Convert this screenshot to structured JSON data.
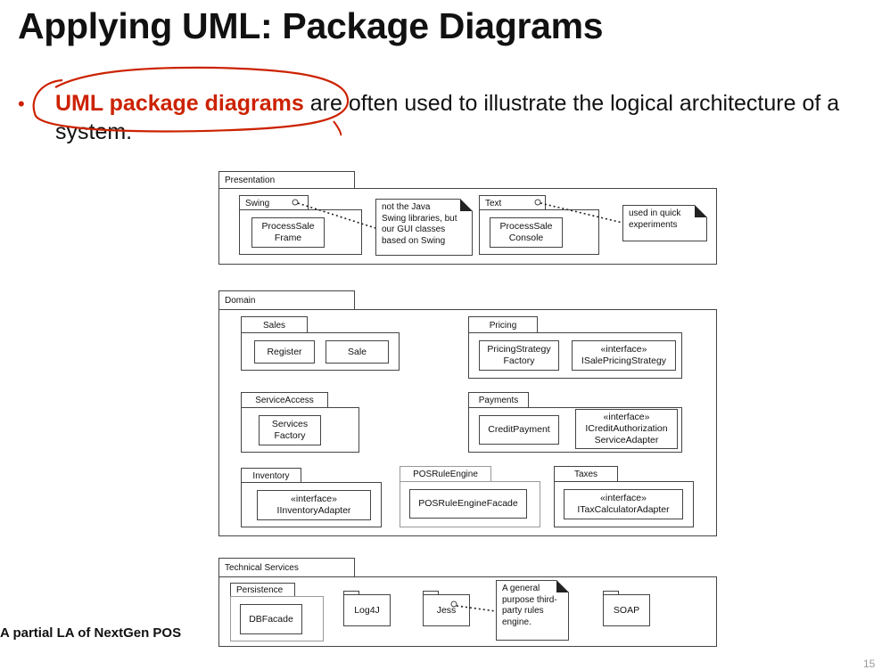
{
  "title": "Applying UML: Package Diagrams",
  "bullet": {
    "highlight": "UML package diagrams",
    "rest": " are often used to illustrate the logical architecture of a system."
  },
  "caption": "A partial LA of NextGen POS",
  "page_number": "15",
  "diagram": {
    "presentation": {
      "label": "Presentation",
      "swing": {
        "label": "Swing",
        "class": "ProcessSale\nFrame"
      },
      "note_swing": "not the Java\nSwing libraries, but\nour GUI classes\nbased on Swing",
      "text": {
        "label": "Text",
        "class": "ProcessSale\nConsole"
      },
      "note_text": "used in quick\nexperiments"
    },
    "domain": {
      "label": "Domain",
      "sales": {
        "label": "Sales",
        "classes": [
          "Register",
          "Sale"
        ]
      },
      "pricing": {
        "label": "Pricing",
        "classes": [
          "PricingStrategy\nFactory",
          "«interface»\nISalePricingStrategy"
        ]
      },
      "service_access": {
        "label": "ServiceAccess",
        "classes": [
          "Services\nFactory"
        ]
      },
      "payments": {
        "label": "Payments",
        "classes": [
          "CreditPayment",
          "«interface»\nICreditAuthorization\nServiceAdapter"
        ]
      },
      "inventory": {
        "label": "Inventory",
        "classes": [
          "«interface»\nIInventoryAdapter"
        ]
      },
      "pos_rule_engine": {
        "label": "POSRuleEngine",
        "classes": [
          "POSRuleEngineFacade"
        ]
      },
      "taxes": {
        "label": "Taxes",
        "classes": [
          "«interface»\nITaxCalculatorAdapter"
        ]
      }
    },
    "technical_services": {
      "label": "Technical Services",
      "persistence": {
        "label": "Persistence",
        "classes": [
          "DBFacade"
        ]
      },
      "packages": [
        "Log4J",
        "Jess",
        "SOAP"
      ],
      "note_jess": "A general\npurpose third-\nparty rules\nengine."
    }
  },
  "colors": {
    "accent": "#cc2200",
    "line": "#444444"
  }
}
